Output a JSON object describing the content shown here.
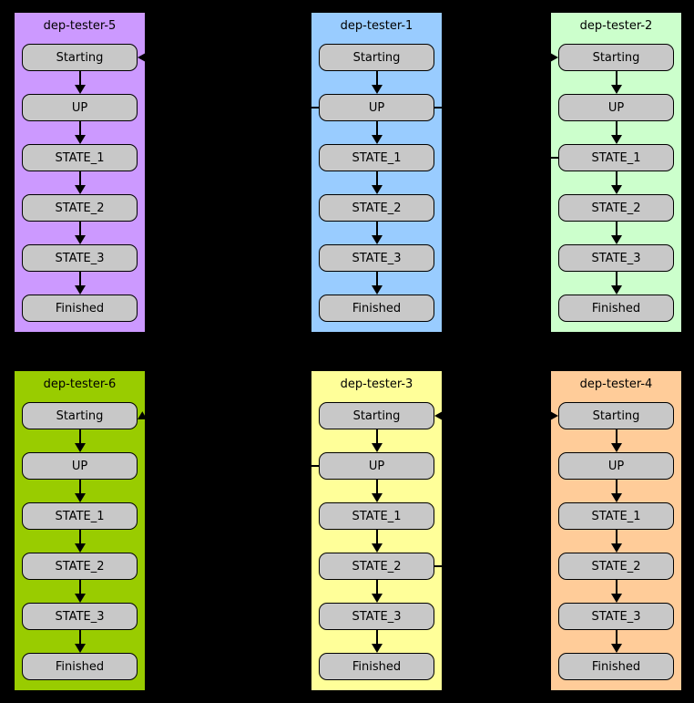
{
  "diagram": {
    "background": "#000000",
    "node_fill": "#C8C8C8",
    "node_border": "#000000",
    "edge_color": "#000000",
    "states": [
      "Starting",
      "UP",
      "STATE_1",
      "STATE_2",
      "STATE_3",
      "Finished"
    ],
    "clusters": [
      {
        "title": "dep-tester-5",
        "color": "#CC99FF",
        "row": 0,
        "col": 0,
        "connectors": [
          {
            "type": "arrowhead-in",
            "state": "Starting",
            "side": "right",
            "angle": 0
          }
        ]
      },
      {
        "title": "dep-tester-1",
        "color": "#99CCFF",
        "row": 0,
        "col": 1,
        "connectors": [
          {
            "type": "edge-stub",
            "state": "UP",
            "side": "left"
          },
          {
            "type": "edge-stub",
            "state": "UP",
            "side": "right"
          }
        ]
      },
      {
        "title": "dep-tester-2",
        "color": "#CCFFCC",
        "row": 0,
        "col": 2,
        "connectors": [
          {
            "type": "arrowhead-in",
            "state": "Starting",
            "side": "left",
            "angle": 0
          },
          {
            "type": "edge-stub",
            "state": "STATE_1",
            "side": "left"
          }
        ]
      },
      {
        "title": "dep-tester-6",
        "color": "#99CC00",
        "row": 1,
        "col": 0,
        "connectors": [
          {
            "type": "arrowhead-in",
            "state": "Starting",
            "side": "right",
            "angle": -30
          }
        ]
      },
      {
        "title": "dep-tester-3",
        "color": "#FFFF99",
        "row": 1,
        "col": 1,
        "connectors": [
          {
            "type": "arrowhead-in",
            "state": "Starting",
            "side": "right",
            "angle": 0
          },
          {
            "type": "edge-stub",
            "state": "UP",
            "side": "left"
          },
          {
            "type": "edge-stub",
            "state": "STATE_2",
            "side": "right"
          }
        ]
      },
      {
        "title": "dep-tester-4",
        "color": "#FFCC99",
        "row": 1,
        "col": 2,
        "connectors": [
          {
            "type": "arrowhead-in",
            "state": "Starting",
            "side": "left",
            "angle": 0
          }
        ]
      }
    ]
  }
}
